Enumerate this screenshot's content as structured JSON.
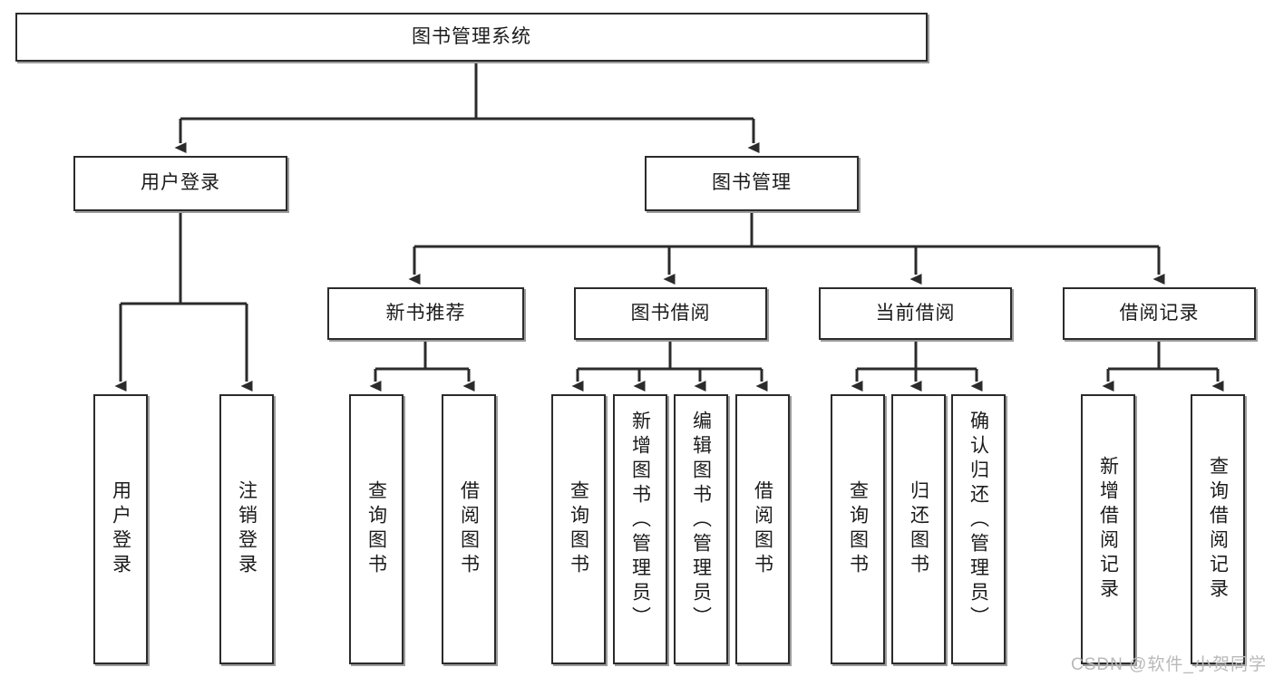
{
  "diagram": {
    "title": "图书管理系统",
    "watermark": "CSDN @软件_小贺同学",
    "colors": {
      "stroke": "#2b2b2b",
      "shadow": "#9b9b9b",
      "background": "#ffffff",
      "watermark": "#b9b9b9"
    },
    "nodes": {
      "root": "图书管理系统",
      "user_login": "用户登录",
      "book_manage": "图书管理",
      "new_book_recommend": "新书推荐",
      "book_borrow": "图书借阅",
      "current_borrow": "当前借阅",
      "borrow_record": "借阅记录",
      "leaf_user_login": "用户登录",
      "leaf_user_logout": "注销登录",
      "leaf_query_book_1": "查询图书",
      "leaf_borrow_book_1": "借阅图书",
      "leaf_query_book_2": "查询图书",
      "leaf_add_book_admin": "新增图书（管理员）",
      "leaf_edit_book_admin": "编辑图书（管理员）",
      "leaf_borrow_book_2": "借阅图书",
      "leaf_query_book_3": "查询图书",
      "leaf_return_book": "归还图书",
      "leaf_confirm_return_admin": "确认归还（管理员）",
      "leaf_add_borrow_record": "新增借阅记录",
      "leaf_query_borrow_record": "查询借阅记录"
    },
    "hierarchy": {
      "图书管理系统": [
        "用户登录",
        "图书管理"
      ],
      "用户登录": [
        "用户登录",
        "注销登录"
      ],
      "图书管理": [
        "新书推荐",
        "图书借阅",
        "当前借阅",
        "借阅记录"
      ],
      "新书推荐": [
        "查询图书",
        "借阅图书"
      ],
      "图书借阅": [
        "查询图书",
        "新增图书（管理员）",
        "编辑图书（管理员）",
        "借阅图书"
      ],
      "当前借阅": [
        "查询图书",
        "归还图书",
        "确认归还（管理员）"
      ],
      "借阅记录": [
        "新增借阅记录",
        "查询借阅记录"
      ]
    }
  }
}
